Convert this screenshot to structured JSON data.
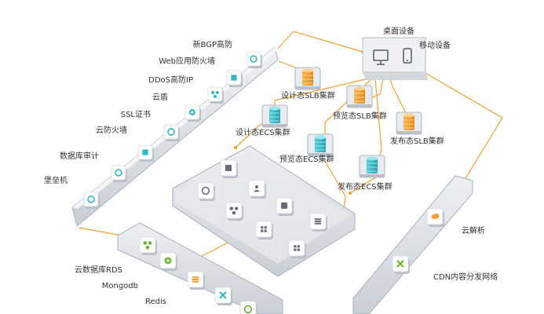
{
  "colors": {
    "connector": "#f5a02c",
    "tray": "#dfe3e8",
    "tray_edge": "#9aa3ad",
    "tile": "#ffffff",
    "icon_teal": "#2fb8c6",
    "icon_green": "#66b82d",
    "icon_orange": "#f5a02c",
    "icon_gray": "#666d78",
    "server_orange": "#f5a02c",
    "server_teal": "#2fb8c6"
  },
  "devices": {
    "desktop": "桌面设备",
    "mobile": "移动设备"
  },
  "security": {
    "items": [
      {
        "label": "新BGP高防",
        "icon": "shield-icon"
      },
      {
        "label": "Web应用防火墙",
        "icon": "firewall-icon"
      },
      {
        "label": "DDoS高防IP",
        "icon": "ddos-icon"
      },
      {
        "label": "云盾",
        "icon": "cloud-shield-icon"
      },
      {
        "label": "SSL证书",
        "icon": "ssl-icon"
      },
      {
        "label": "云防火墙",
        "icon": "cloud-firewall-icon"
      },
      {
        "label": "数据库审计",
        "icon": "db-audit-icon"
      },
      {
        "label": "堡垒机",
        "icon": "bastion-icon"
      }
    ]
  },
  "clusters": [
    {
      "label": "设计态SLB集群",
      "kind": "slb"
    },
    {
      "label": "预览态SLB集群",
      "kind": "slb"
    },
    {
      "label": "发布态SLB集群",
      "kind": "slb"
    },
    {
      "label": "设计态ECS集群",
      "kind": "ecs"
    },
    {
      "label": "预览态ECS集群",
      "kind": "ecs"
    },
    {
      "label": "发布态ECS集群",
      "kind": "ecs"
    }
  ],
  "database": {
    "items": [
      {
        "label": "云数据库RDS",
        "icon": "rds-icon"
      },
      {
        "label": "Mongodb",
        "icon": "mongodb-icon"
      },
      {
        "label": "Redis",
        "icon": "redis-icon"
      }
    ]
  },
  "network": {
    "items": [
      {
        "label": "云解析",
        "icon": "dns-icon"
      },
      {
        "label": "CDN内容分发网络",
        "icon": "cdn-icon"
      }
    ]
  }
}
